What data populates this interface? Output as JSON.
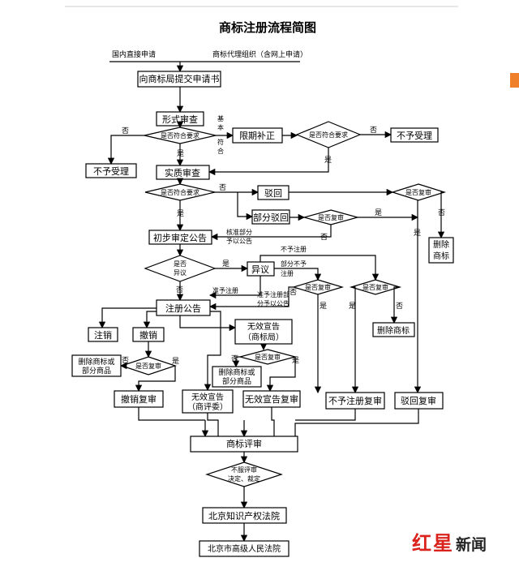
{
  "title": "商标注册流程简图",
  "top": {
    "direct": "国内直接申请",
    "agent": "商标代理组织（含网上申请）"
  },
  "nodes": {
    "submit": "向商标局提交申请书",
    "formal_review": "形式审查",
    "d_formal": "是否符合要求",
    "reject1": "不予受理",
    "correction": "限期补正",
    "d_correction": "是否符合要求",
    "reject2": "不予受理",
    "substantive": "实质审查",
    "d_substantive": "是否符合要求",
    "rejection": "驳回",
    "partial_rejection": "部分驳回",
    "d_review1": "是否复审",
    "d_review2": "是否复审",
    "delete1": [
      "删除",
      "商标"
    ],
    "prelim": "初步审定公告",
    "d_objection": [
      "是否",
      "异议"
    ],
    "objection": "异议",
    "d_review3": "是否复审",
    "d_review4": "是否复审",
    "delete2": "删除商标",
    "reg_notice": "注册公告",
    "cancel": "注销",
    "revoke": "撤销",
    "invalid_bureau": [
      "无效宣告",
      "（商标局）"
    ],
    "delete3": [
      "删除商标或",
      "部分商品"
    ],
    "d_review5": "是否复审",
    "d_review6": "是否复审",
    "delete4": [
      "删除商标或",
      "部分商品"
    ],
    "revoke_review": "撤销复审",
    "invalid_board": [
      "无效宣告",
      "（商评委）"
    ],
    "invalid_review": "无效宣告复审",
    "nonreg_review": "不予注册复审",
    "reject_review": "驳回复审",
    "trab": "商标评审",
    "d_court": [
      "不服评审",
      "决定、裁定"
    ],
    "ip_court": "北京知识产权法院",
    "high_court": "北京市高级人民法院"
  },
  "labels": {
    "no": "否",
    "yes": "是",
    "basic_match": [
      "基",
      "本",
      "符",
      "合"
    ],
    "approve_part": [
      "核准部分",
      "予以公告"
    ],
    "not_register": "不予注册",
    "partial_not": [
      "部分不予",
      "注册"
    ],
    "grant_reg": "准予注册",
    "grant_part": [
      "准予注册部",
      "分予以公告"
    ]
  },
  "watermark": {
    "red": "红",
    "star": "星",
    "news": "新闻"
  }
}
